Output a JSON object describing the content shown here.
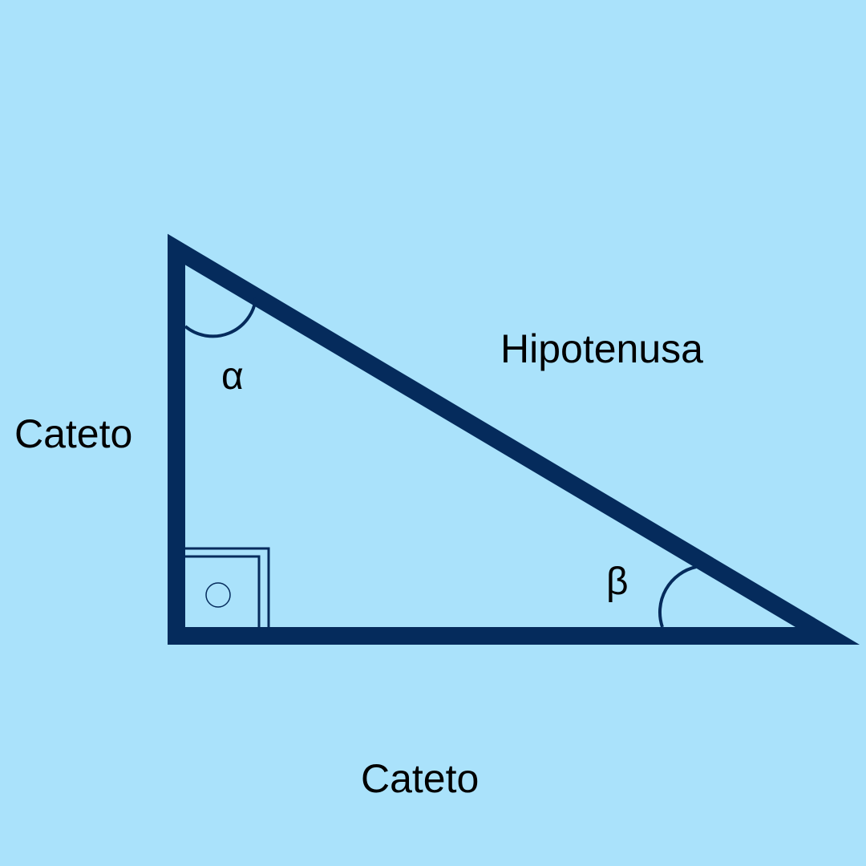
{
  "labels": {
    "hypotenuse": "Hipotenusa",
    "leg_vertical": "Cateto",
    "leg_horizontal": "Cateto",
    "angle_alpha": "α",
    "angle_beta": "β"
  },
  "colors": {
    "background": "#aae2fb",
    "stroke": "#052b5c",
    "text": "#000000"
  }
}
